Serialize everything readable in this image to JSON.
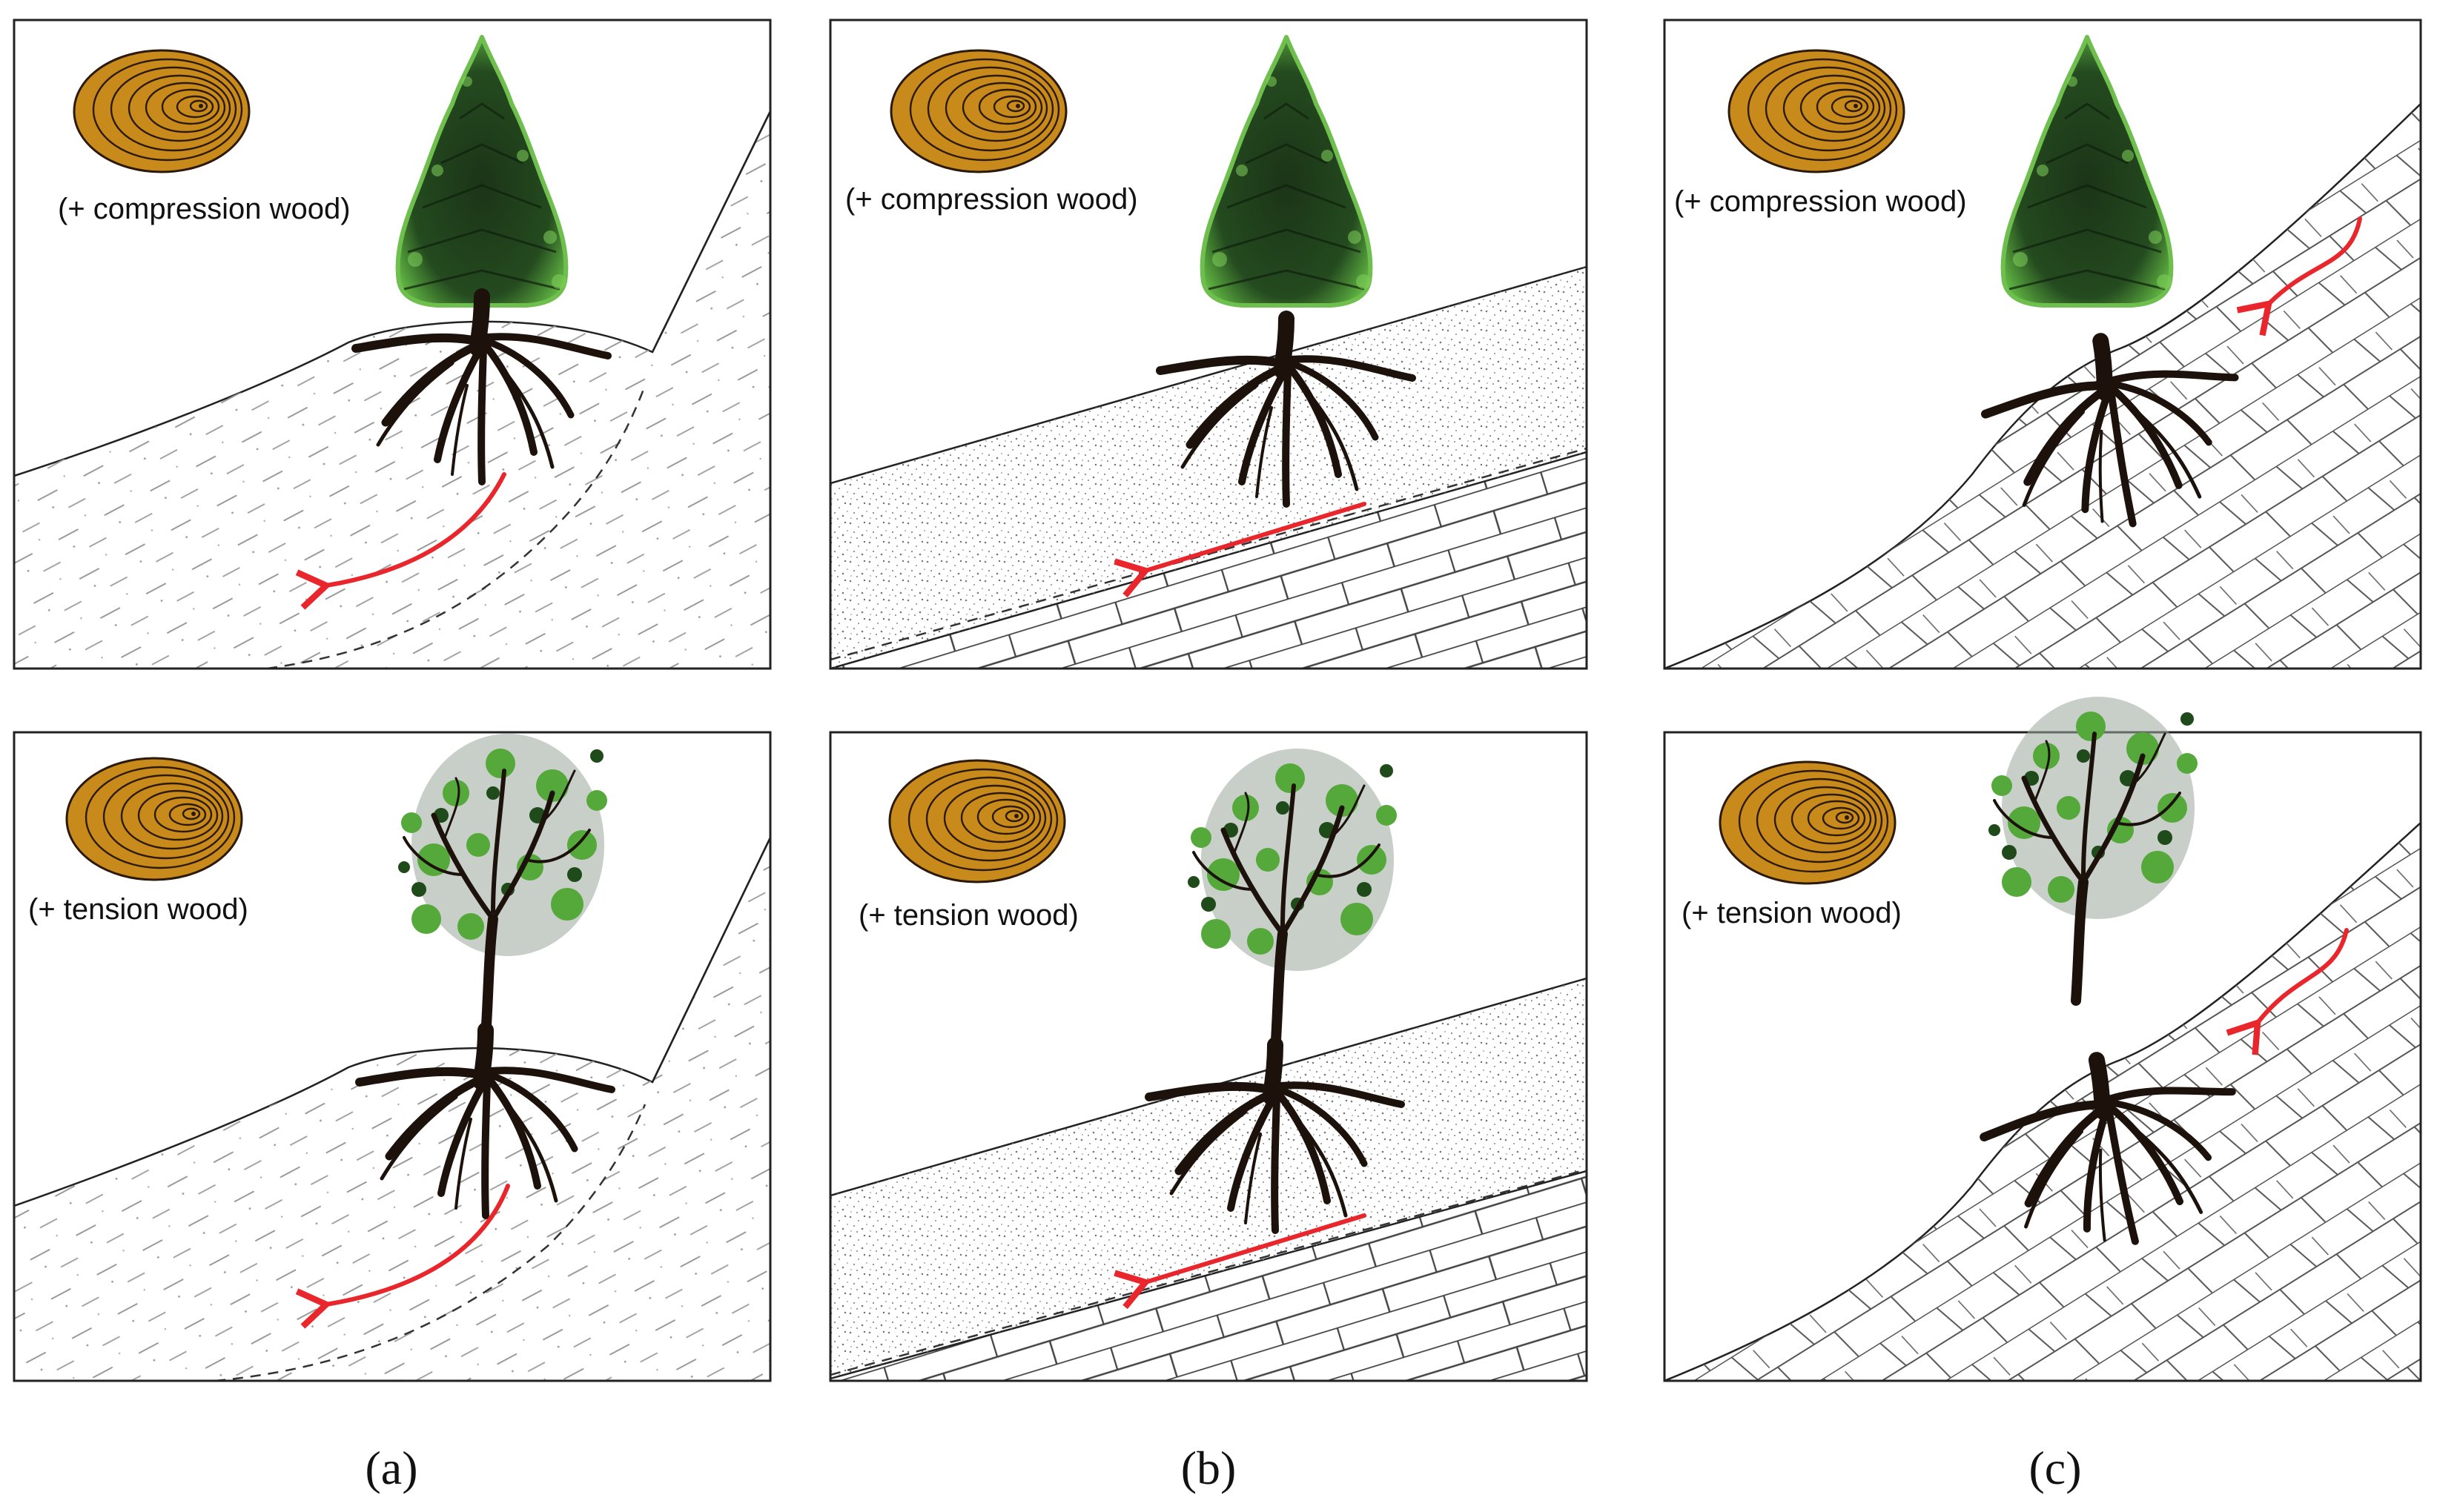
{
  "panels": {
    "a_top": {
      "wood_label": "(+ compression wood)"
    },
    "b_top": {
      "wood_label": "(+ compression wood)"
    },
    "c_top": {
      "wood_label": "(+ compression wood)"
    },
    "a_bottom": {
      "wood_label": "(+ tension wood)"
    },
    "b_bottom": {
      "wood_label": "(+ tension wood)"
    },
    "c_bottom": {
      "wood_label": "(+ tension wood)"
    }
  },
  "captions": [
    "(a)",
    "(b)",
    "(c)"
  ],
  "colors": {
    "arrow": "#e8262b",
    "trunk": "#1c120b",
    "conifer": "#1f3d1b",
    "conifer_edge": "#4fa33a",
    "broadleaf": "#6fb84a",
    "wood_disc": "#c98a1c",
    "frame": "#222222"
  }
}
